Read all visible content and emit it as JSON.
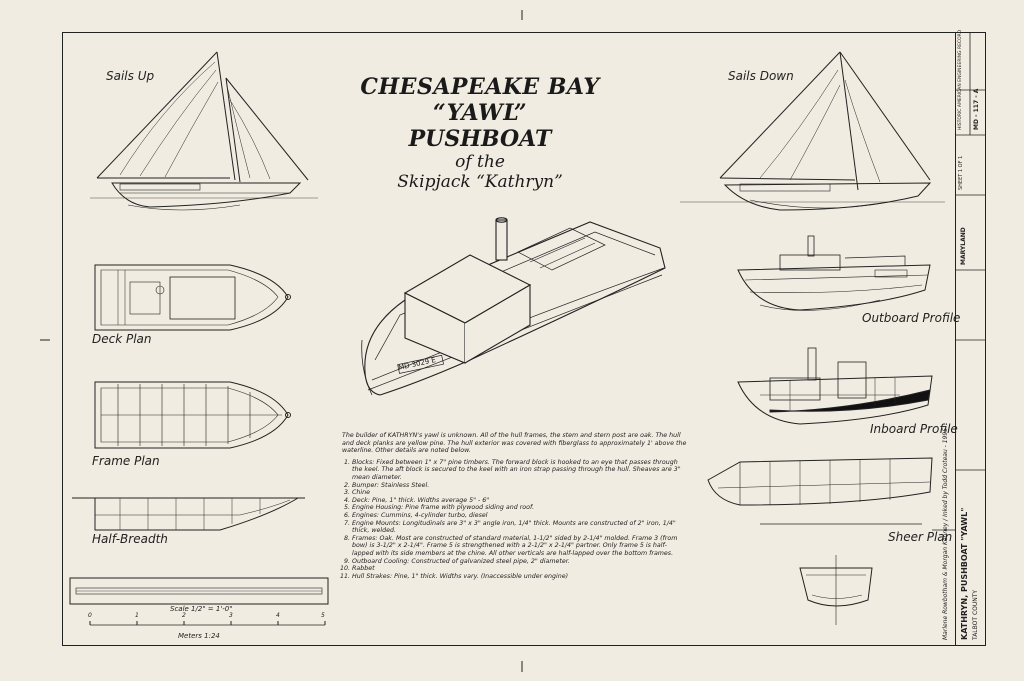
{
  "title": {
    "line1": "CHESAPEAKE BAY “YAWL”",
    "line2": "PUSHBOAT",
    "line3": "of the",
    "line4": "Skipjack “Kathryn”"
  },
  "views": {
    "sails_up": "Sails Up",
    "sails_down": "Sails Down",
    "deck_plan": "Deck Plan",
    "frame_plan": "Frame Plan",
    "half_breadth": "Half-Breadth",
    "outboard_profile": "Outboard Profile",
    "inboard_profile": "Inboard Profile",
    "sheer_plan": "Sheer Plan"
  },
  "scale": {
    "feet_label": "Scale  1/2\" = 1'-0\"",
    "meters_label": "Meters  1:24",
    "meter_ticks": [
      "0",
      "1",
      "2",
      "3",
      "4",
      "5"
    ]
  },
  "registration": "MD 3029 E",
  "notes": {
    "intro": "The builder of KATHRYN's yawl is unknown. All of the hull frames, the stem and stern post are oak. The hull and deck planks are yellow pine. The hull exterior was covered with fiberglass to approximately 1' above the waterline. Other details are noted below.",
    "items": [
      "Blocks: Fixed between 1\" x 7\" pine timbers. The forward block is hooked to an eye that passes through the keel. The aft block is secured to the keel with an iron strap passing through the hull. Sheaves are 3\" mean diameter.",
      "Bumper: Stainless Steel.",
      "Chine",
      "Deck: Pine, 1\" thick. Widths average 5\" - 6\"",
      "Engine Housing: Pine frame with plywood siding and roof.",
      "Engines: Cummins, 4-cylinder turbo, diesel",
      "Engine Mounts: Longitudinals are 3\" x 3\" angle iron, 1/4\" thick. Mounts are constructed of 2\" iron, 1/4\" thick, welded.",
      "Frames: Oak. Most are constructed of standard material, 1-1/2\" sided by 2-1/4\" molded. Frame 3 (from bow) is 3-1/2\" x 2-1/4\". Frame 5 is strengthened with a 2-1/2\" x 2-1/4\" partner. Only frame 5 is half-lapped with its side members at the chine. All other verticals are half-lapped over the bottom frames.",
      "Outboard Cooling: Constructed of galvanized steel pipe, 2\" diameter.",
      "Rabbet",
      "Hull Strakes: Pine, 1\" thick. Widths vary. (Inaccessible under engine)"
    ]
  },
  "title_block": {
    "project": "KATHRYN, PUSHBOAT \"YAWL\"",
    "county": "TALBOT COUNTY",
    "state": "MARYLAND",
    "survey": "HISTORIC AMERICAN ENGINEERING RECORD",
    "number": "MD - 117 - A",
    "sheet": "SHEET 1 OF 1",
    "credit": "Marlene Rowbotham & Morgan Kenney / Inked by Todd Croteau - 1995"
  }
}
